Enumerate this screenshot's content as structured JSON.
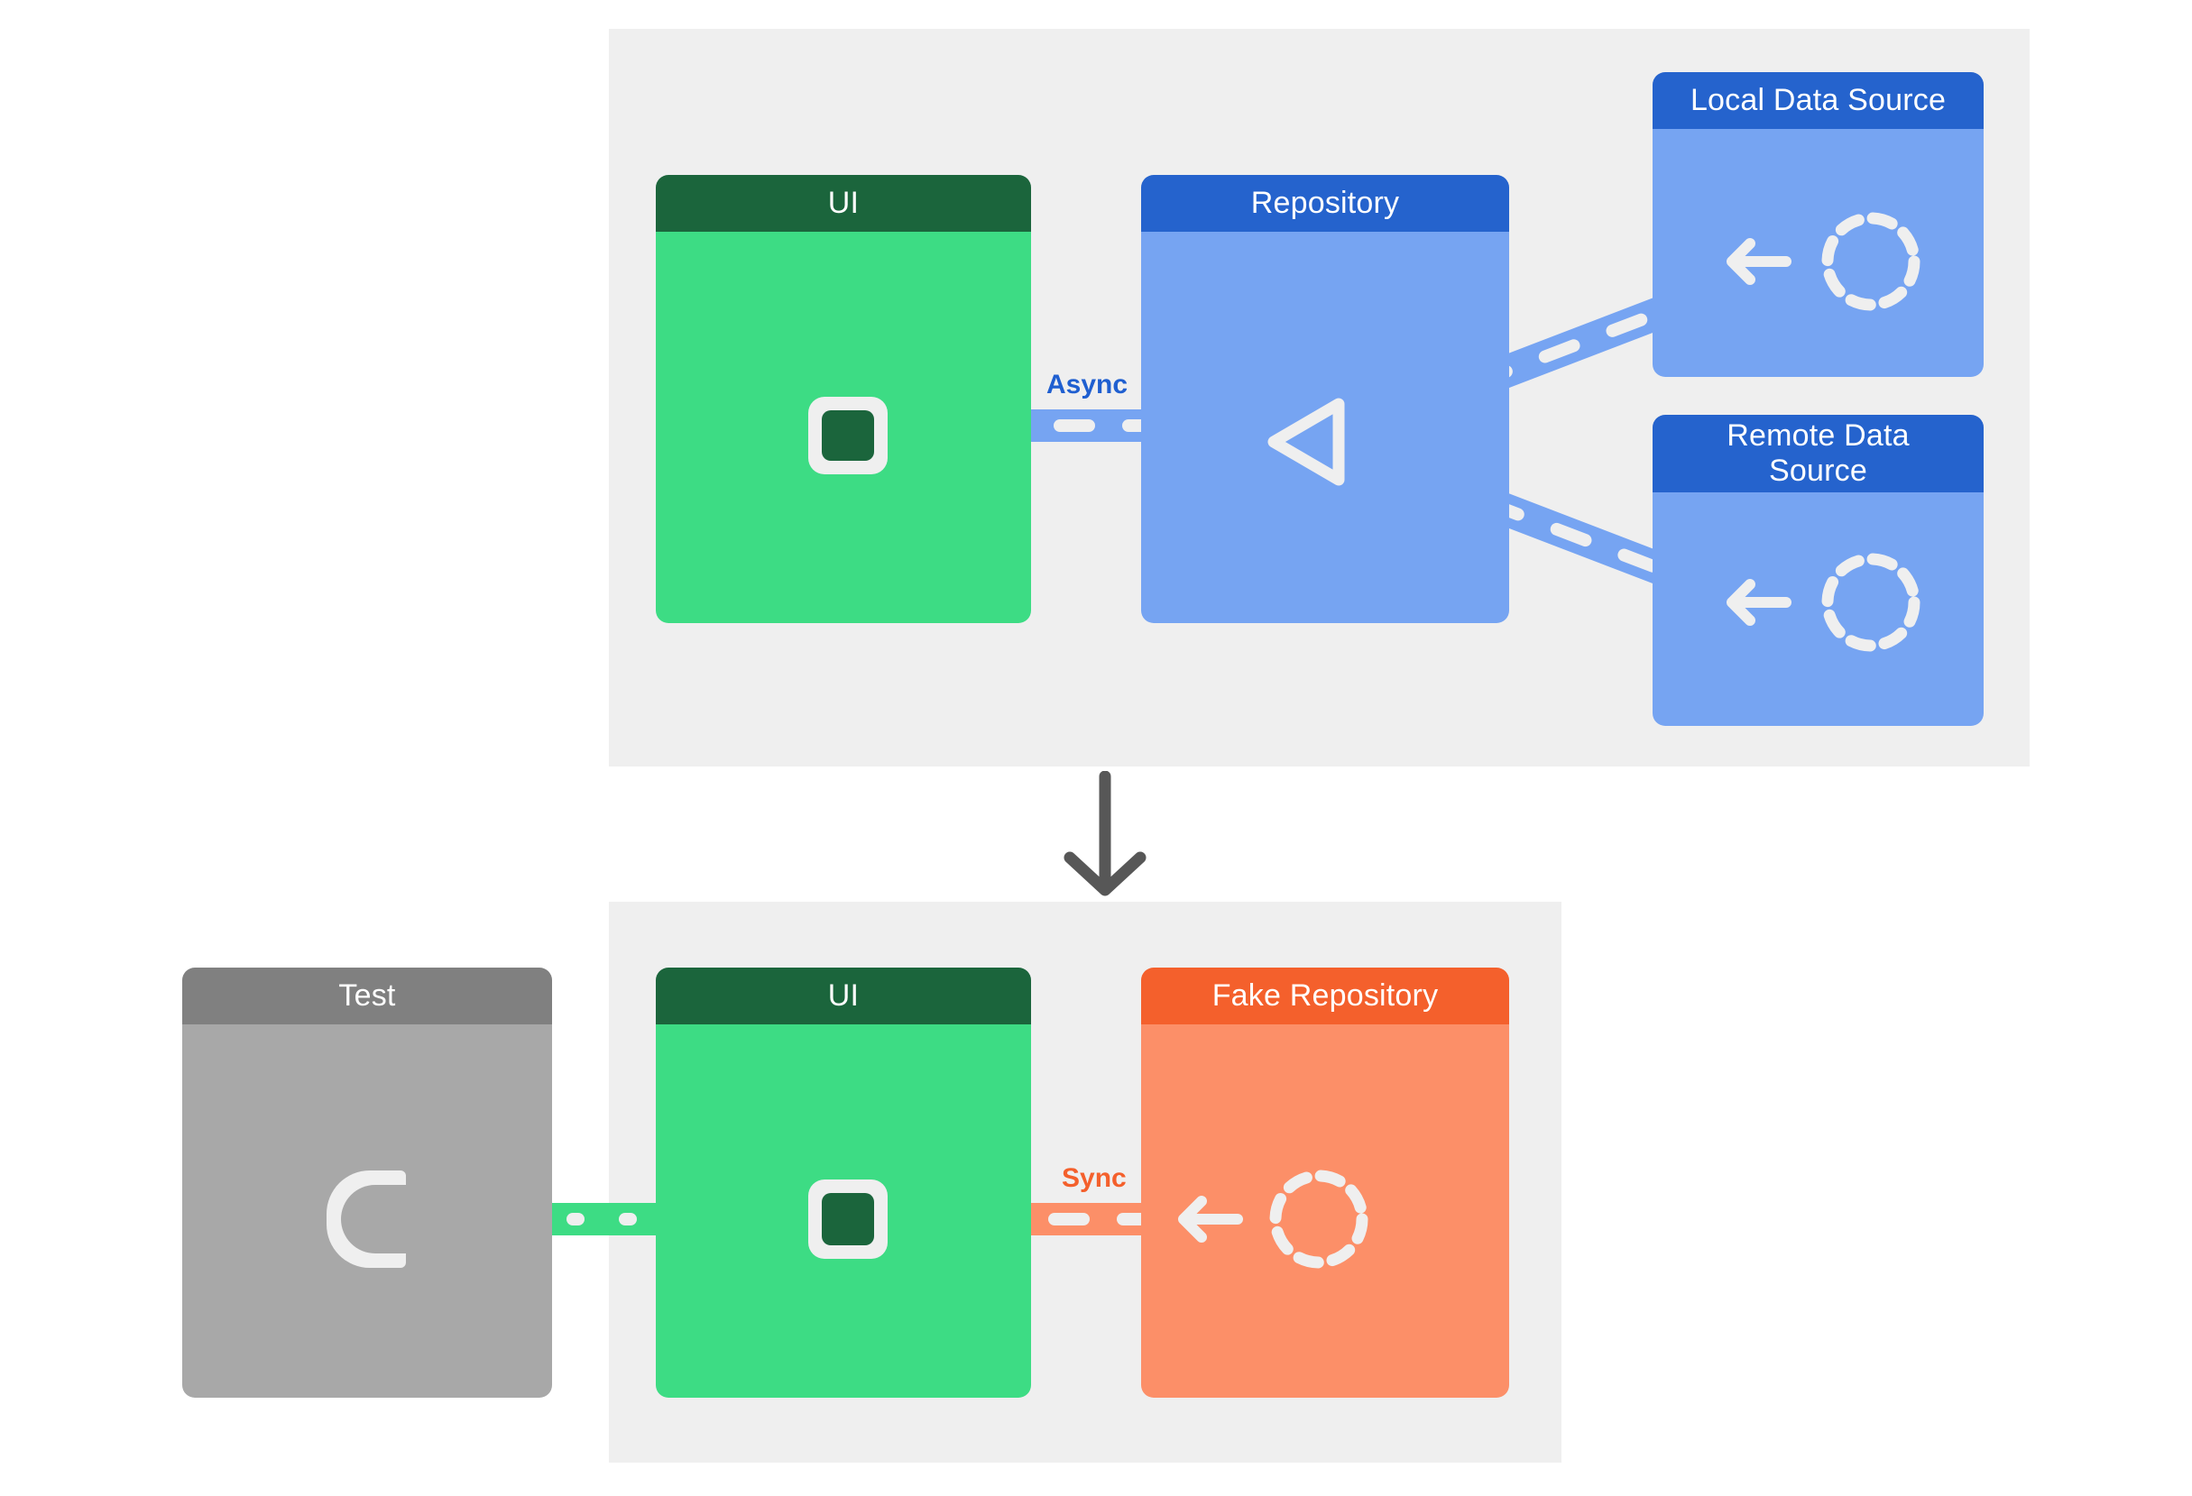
{
  "diagram": {
    "title_present": false,
    "panels": [
      {
        "id": "production",
        "nodes": [
          {
            "key": "ui",
            "label": "UI",
            "theme": "green"
          },
          {
            "key": "repo",
            "label": "Repository",
            "theme": "blue"
          },
          {
            "key": "local",
            "label": "Local Data Source",
            "theme": "blue"
          },
          {
            "key": "remote",
            "label": "Remote Data\nSource",
            "theme": "blue"
          }
        ],
        "edge_label": "Async"
      },
      {
        "id": "test",
        "nodes": [
          {
            "key": "test",
            "label": "Test",
            "theme": "gray"
          },
          {
            "key": "ui2",
            "label": "UI",
            "theme": "green"
          },
          {
            "key": "fake",
            "label": "Fake Repository",
            "theme": "orange"
          }
        ],
        "edge_label": "Sync"
      }
    ],
    "flow_arrow": "down-arrow-icon",
    "icons": {
      "pending_circle": "dashed-circle-icon",
      "left_arrow": "left-arrow-icon",
      "triangle_marker": "left-triangle-icon",
      "plug": "plug-icon",
      "socket": "socket-icon"
    },
    "colors": {
      "panel_background": "#efefef",
      "green_header": "#1b653c",
      "green_body": "#3ddc84",
      "blue_header": "#2563cd",
      "blue_body": "#76a4f2",
      "orange_header": "#f4602c",
      "orange_body": "#fc8f68",
      "gray_header": "#808080",
      "gray_body": "#a8a8a8",
      "async_label": "#1f5fd0",
      "sync_label": "#f4602c",
      "arrow": "#575757",
      "dash": "#efefef"
    }
  }
}
